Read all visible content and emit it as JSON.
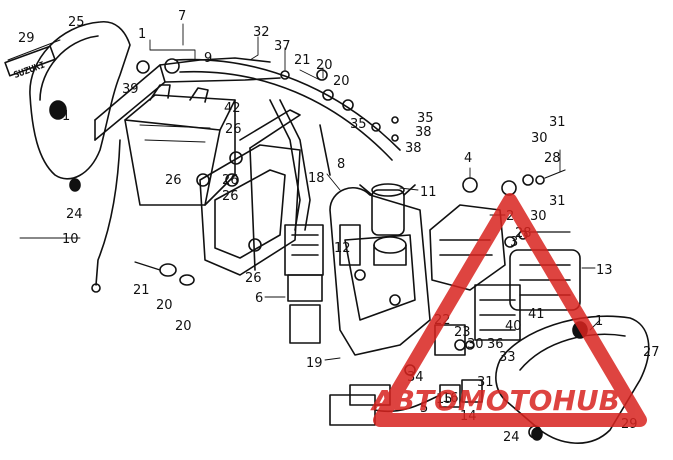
{
  "diagram": {
    "labels": {
      "l1": "1",
      "l2": "2",
      "l3": "3",
      "l4": "4",
      "l5": "5",
      "l6": "6",
      "l7": "7",
      "l8": "8",
      "l9": "9",
      "l10": "10",
      "l11": "11",
      "l12": "12",
      "l13": "13",
      "l14": "14",
      "l15": "15",
      "l16": "16",
      "l18": "18",
      "l19": "19",
      "l20": "20",
      "l21": "21",
      "l22": "22",
      "l23": "23",
      "l24": "24",
      "l25": "25",
      "l26": "26",
      "l27": "27",
      "l28": "28",
      "l29": "29",
      "l30": "30",
      "l31": "31",
      "l32": "32",
      "l33": "33",
      "l34": "34",
      "l35": "35",
      "l36": "36",
      "l37": "37",
      "l38": "38",
      "l39": "39",
      "l40": "40",
      "l41": "41",
      "l42": "42"
    },
    "side_cover_lettering": "SUZUKI",
    "watermark": {
      "text": "АВТОМОТОHUB",
      "color": "#d8231f"
    }
  }
}
